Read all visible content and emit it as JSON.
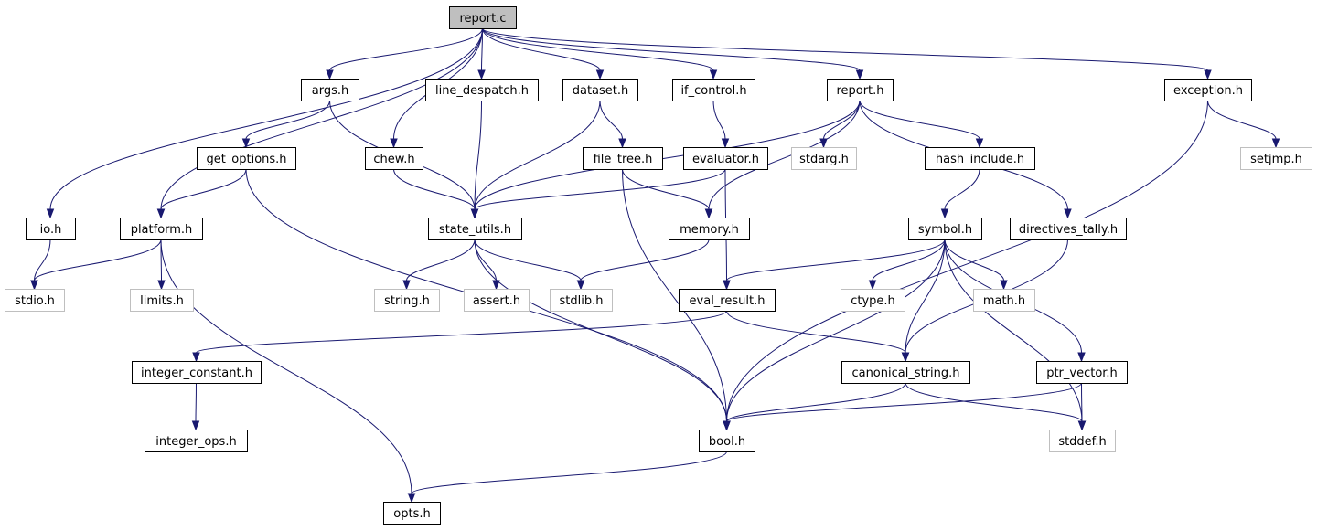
{
  "graph": {
    "root": "report.c",
    "nodes": [
      {
        "id": "report_c",
        "label": "report.c",
        "kind": "root"
      },
      {
        "id": "args_h",
        "label": "args.h",
        "kind": "project"
      },
      {
        "id": "line_despatch_h",
        "label": "line_despatch.h",
        "kind": "project"
      },
      {
        "id": "dataset_h",
        "label": "dataset.h",
        "kind": "project"
      },
      {
        "id": "if_control_h",
        "label": "if_control.h",
        "kind": "project"
      },
      {
        "id": "report_h",
        "label": "report.h",
        "kind": "project"
      },
      {
        "id": "exception_h",
        "label": "exception.h",
        "kind": "project"
      },
      {
        "id": "get_options_h",
        "label": "get_options.h",
        "kind": "project"
      },
      {
        "id": "chew_h",
        "label": "chew.h",
        "kind": "project"
      },
      {
        "id": "file_tree_h",
        "label": "file_tree.h",
        "kind": "project"
      },
      {
        "id": "evaluator_h",
        "label": "evaluator.h",
        "kind": "project"
      },
      {
        "id": "stdarg_h",
        "label": "stdarg.h",
        "kind": "system"
      },
      {
        "id": "hash_include_h",
        "label": "hash_include.h",
        "kind": "project"
      },
      {
        "id": "setjmp_h",
        "label": "setjmp.h",
        "kind": "system"
      },
      {
        "id": "io_h",
        "label": "io.h",
        "kind": "project"
      },
      {
        "id": "platform_h",
        "label": "platform.h",
        "kind": "project"
      },
      {
        "id": "state_utils_h",
        "label": "state_utils.h",
        "kind": "project"
      },
      {
        "id": "memory_h",
        "label": "memory.h",
        "kind": "project"
      },
      {
        "id": "symbol_h",
        "label": "symbol.h",
        "kind": "project"
      },
      {
        "id": "directives_tally_h",
        "label": "directives_tally.h",
        "kind": "project"
      },
      {
        "id": "stdio_h",
        "label": "stdio.h",
        "kind": "system"
      },
      {
        "id": "limits_h",
        "label": "limits.h",
        "kind": "system"
      },
      {
        "id": "string_h",
        "label": "string.h",
        "kind": "system"
      },
      {
        "id": "assert_h",
        "label": "assert.h",
        "kind": "system"
      },
      {
        "id": "stdlib_h",
        "label": "stdlib.h",
        "kind": "system"
      },
      {
        "id": "eval_result_h",
        "label": "eval_result.h",
        "kind": "project"
      },
      {
        "id": "ctype_h",
        "label": "ctype.h",
        "kind": "system"
      },
      {
        "id": "math_h",
        "label": "math.h",
        "kind": "system"
      },
      {
        "id": "integer_constant_h",
        "label": "integer_constant.h",
        "kind": "project"
      },
      {
        "id": "canonical_string_h",
        "label": "canonical_string.h",
        "kind": "project"
      },
      {
        "id": "ptr_vector_h",
        "label": "ptr_vector.h",
        "kind": "project"
      },
      {
        "id": "integer_ops_h",
        "label": "integer_ops.h",
        "kind": "project"
      },
      {
        "id": "bool_h",
        "label": "bool.h",
        "kind": "project"
      },
      {
        "id": "stddef_h",
        "label": "stddef.h",
        "kind": "system"
      },
      {
        "id": "opts_h",
        "label": "opts.h",
        "kind": "project"
      }
    ],
    "edges": [
      [
        "report_c",
        "args_h"
      ],
      [
        "report_c",
        "line_despatch_h"
      ],
      [
        "report_c",
        "dataset_h"
      ],
      [
        "report_c",
        "if_control_h"
      ],
      [
        "report_c",
        "report_h"
      ],
      [
        "report_c",
        "exception_h"
      ],
      [
        "report_c",
        "chew_h"
      ],
      [
        "report_c",
        "io_h"
      ],
      [
        "report_c",
        "platform_h"
      ],
      [
        "args_h",
        "get_options_h"
      ],
      [
        "args_h",
        "state_utils_h"
      ],
      [
        "get_options_h",
        "platform_h"
      ],
      [
        "get_options_h",
        "bool_h"
      ],
      [
        "line_despatch_h",
        "state_utils_h"
      ],
      [
        "dataset_h",
        "state_utils_h"
      ],
      [
        "dataset_h",
        "file_tree_h"
      ],
      [
        "if_control_h",
        "evaluator_h"
      ],
      [
        "report_h",
        "state_utils_h"
      ],
      [
        "report_h",
        "stdarg_h"
      ],
      [
        "report_h",
        "memory_h"
      ],
      [
        "report_h",
        "hash_include_h"
      ],
      [
        "report_h",
        "directives_tally_h"
      ],
      [
        "exception_h",
        "setjmp_h"
      ],
      [
        "exception_h",
        "bool_h"
      ],
      [
        "chew_h",
        "state_utils_h"
      ],
      [
        "file_tree_h",
        "memory_h"
      ],
      [
        "file_tree_h",
        "bool_h"
      ],
      [
        "evaluator_h",
        "state_utils_h"
      ],
      [
        "evaluator_h",
        "eval_result_h"
      ],
      [
        "hash_include_h",
        "symbol_h"
      ],
      [
        "io_h",
        "stdio_h"
      ],
      [
        "platform_h",
        "stdio_h"
      ],
      [
        "platform_h",
        "limits_h"
      ],
      [
        "platform_h",
        "opts_h"
      ],
      [
        "state_utils_h",
        "string_h"
      ],
      [
        "state_utils_h",
        "assert_h"
      ],
      [
        "state_utils_h",
        "stdlib_h"
      ],
      [
        "state_utils_h",
        "bool_h"
      ],
      [
        "memory_h",
        "stdlib_h"
      ],
      [
        "symbol_h",
        "eval_result_h"
      ],
      [
        "symbol_h",
        "ctype_h"
      ],
      [
        "symbol_h",
        "math_h"
      ],
      [
        "symbol_h",
        "canonical_string_h"
      ],
      [
        "symbol_h",
        "ptr_vector_h"
      ],
      [
        "symbol_h",
        "stddef_h"
      ],
      [
        "symbol_h",
        "bool_h"
      ],
      [
        "directives_tally_h",
        "canonical_string_h"
      ],
      [
        "eval_result_h",
        "integer_constant_h"
      ],
      [
        "eval_result_h",
        "canonical_string_h"
      ],
      [
        "integer_constant_h",
        "integer_ops_h"
      ],
      [
        "canonical_string_h",
        "bool_h"
      ],
      [
        "canonical_string_h",
        "stddef_h"
      ],
      [
        "ptr_vector_h",
        "bool_h"
      ],
      [
        "ptr_vector_h",
        "stddef_h"
      ],
      [
        "bool_h",
        "opts_h"
      ]
    ]
  },
  "colors": {
    "edge": "#191970",
    "root_fill": "#bfbfbf",
    "project_border": "#000000",
    "system_border": "#bfbfbf"
  }
}
